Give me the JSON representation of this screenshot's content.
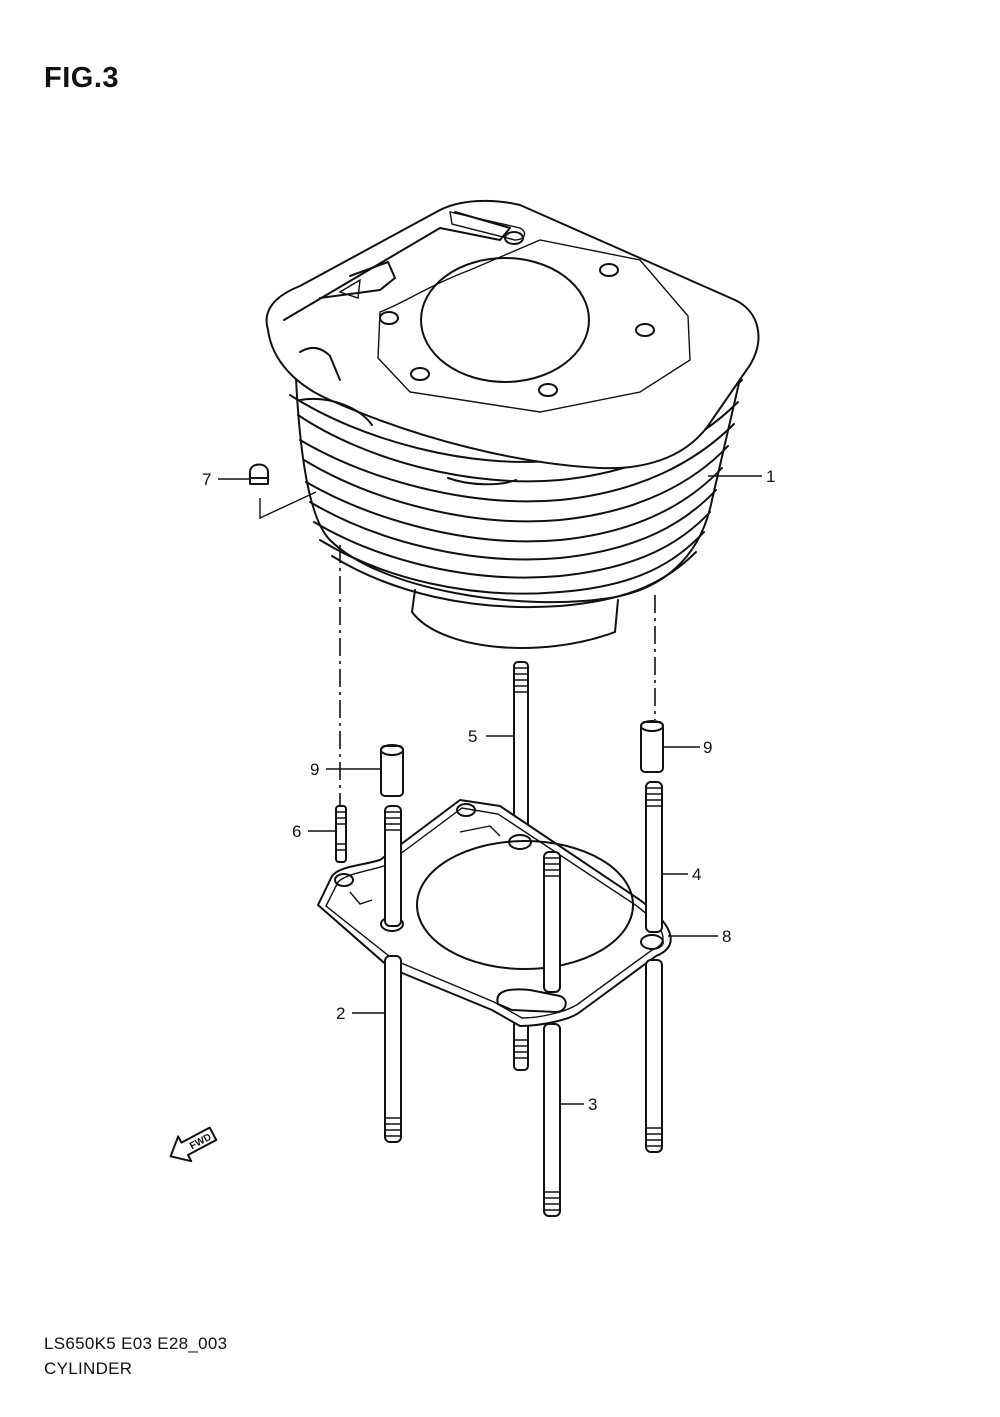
{
  "figure": {
    "title": "FIG.3",
    "code": "LS650K5 E03 E28_003",
    "name": "CYLINDER"
  },
  "callouts": {
    "c1": "1",
    "c2": "2",
    "c3": "3",
    "c4": "4",
    "c5": "5",
    "c6": "6",
    "c7": "7",
    "c8": "8",
    "c9a": "9",
    "c9b": "9"
  },
  "fwd_label": "FWD"
}
